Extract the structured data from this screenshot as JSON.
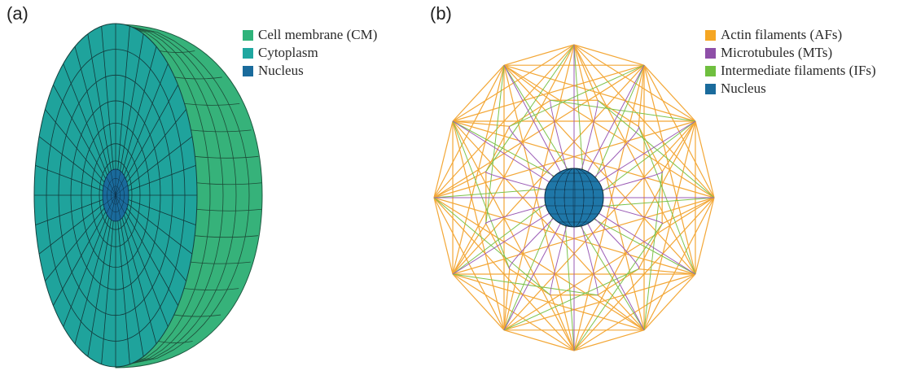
{
  "panel_a": {
    "label": "(a)",
    "legend": [
      {
        "text": "Cell membrane (CM)",
        "color": "#2fb37a"
      },
      {
        "text": "Cytoplasm",
        "color": "#1fa7a0"
      },
      {
        "text": "Nucleus",
        "color": "#1a6b9c"
      }
    ]
  },
  "panel_b": {
    "label": "(b)",
    "legend": [
      {
        "text": "Actin filaments (AFs)",
        "color": "#f5a623"
      },
      {
        "text": "Microtubules (MTs)",
        "color": "#8e4fa8"
      },
      {
        "text": "Intermediate filaments (IFs)",
        "color": "#6fbf3f"
      },
      {
        "text": "Nucleus",
        "color": "#1a6b9c"
      }
    ]
  }
}
